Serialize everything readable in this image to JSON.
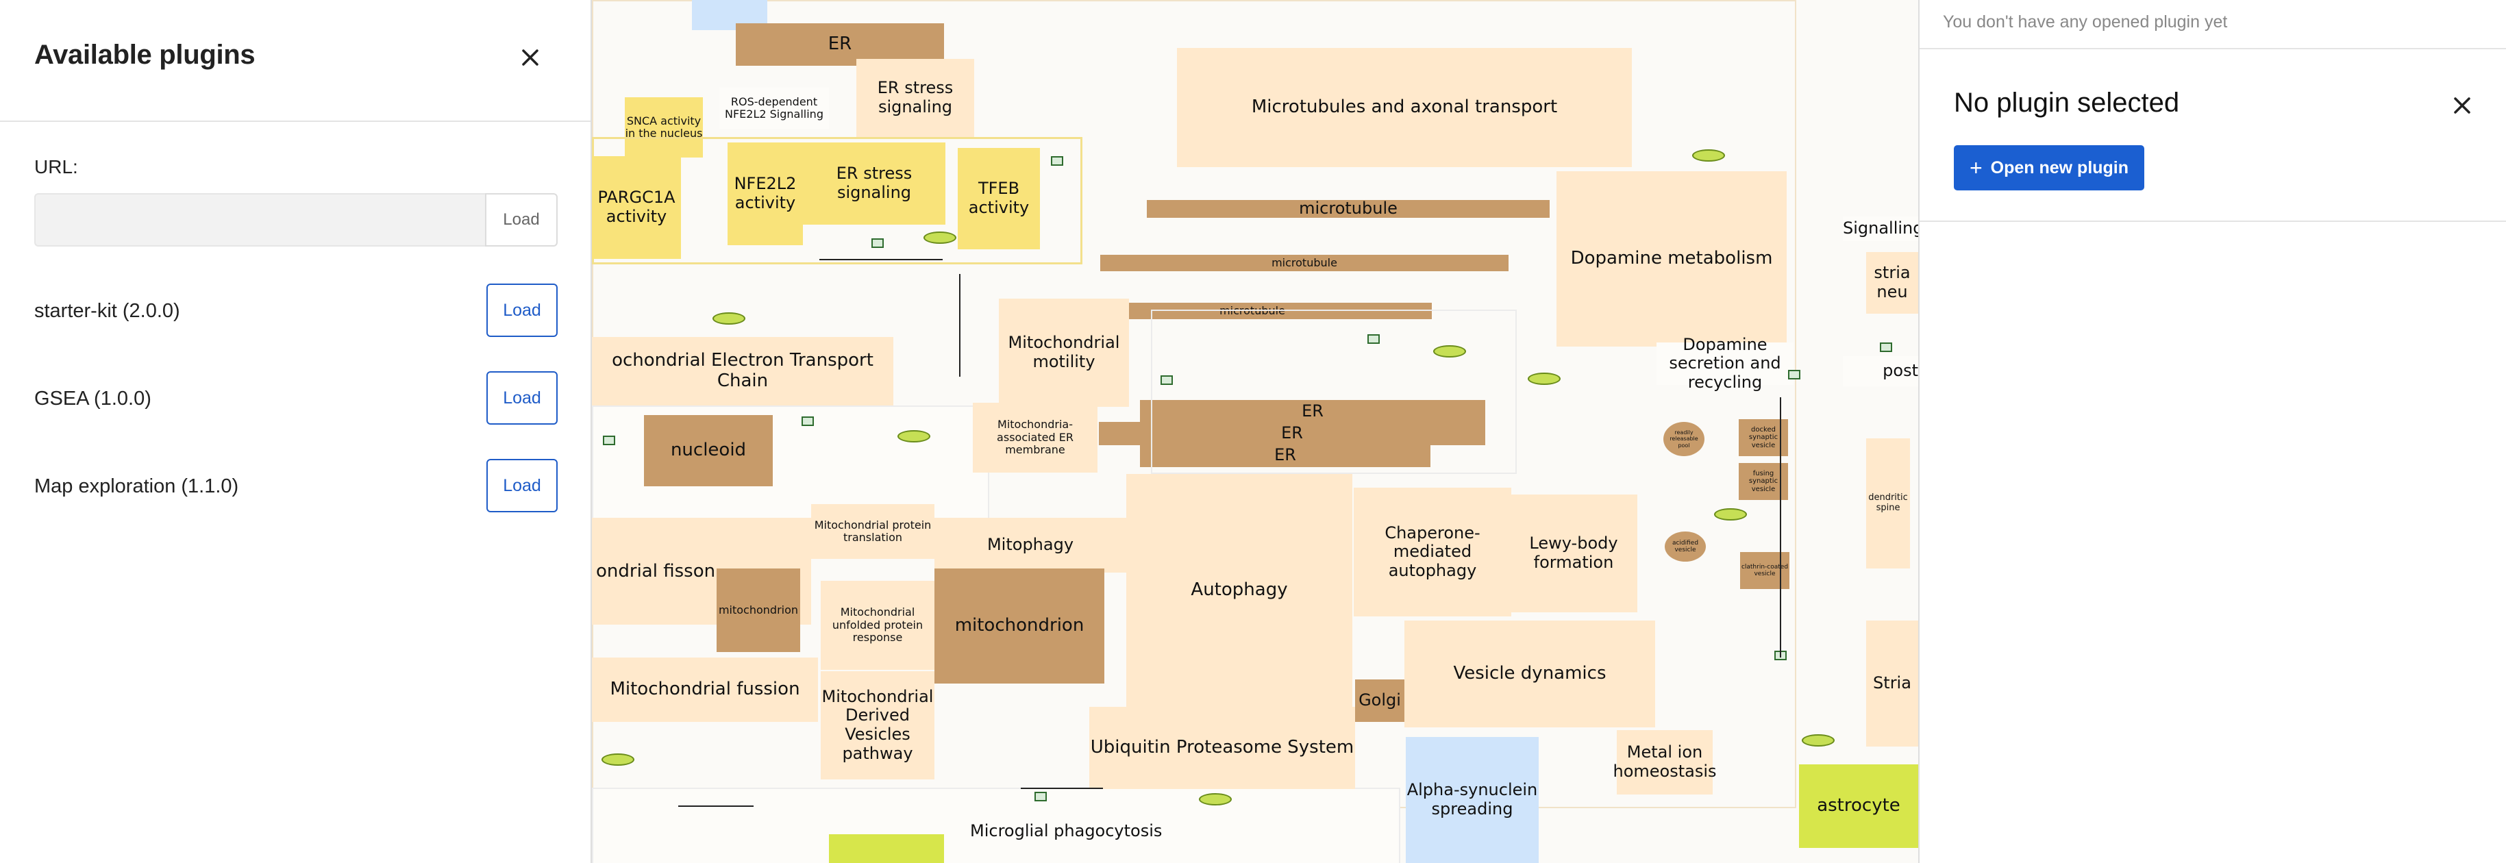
{
  "left_panel": {
    "title": "Available plugins",
    "url_label": "URL:",
    "url_value": "",
    "url_load_label": "Load",
    "plugins": [
      {
        "name": "starter-kit (2.0.0)",
        "load_label": "Load"
      },
      {
        "name": "GSEA (1.0.0)",
        "load_label": "Load"
      },
      {
        "name": "Map exploration (1.1.0)",
        "load_label": "Load"
      }
    ]
  },
  "right_panel": {
    "status_text": "You don't have any opened plugin yet",
    "title": "No plugin selected",
    "open_button_label": "Open new plugin"
  },
  "map": {
    "labels": {
      "er_top": "ER",
      "er_stress_1": "ER stress signaling",
      "snca": "SNCA activity in the nucleus",
      "ros": "ROS-dependent NFE2L2 Signalling",
      "microtubules": "Microtubules and axonal transport",
      "pargc1a": "PARGC1A activity",
      "nfe2l2": "NFE2L2 activity",
      "er_stress_2": "ER stress signaling",
      "tfeb": "TFEB activity",
      "microtubule_1": "microtubule",
      "microtubule_2": "microtubule",
      "microtubule_3": "microtubule",
      "dopamine_metabolism": "Dopamine metabolism",
      "signalling": "Signalling",
      "etc": "ochondrial Electron Transport Chain",
      "mito_motility": "Mitochondrial motility",
      "dopamine_secretion": "Dopamine secretion and recycling",
      "nucleoid": "nucleoid",
      "mam": "Mitochondria-associated ER membrane",
      "er_1": "ER",
      "er_2": "ER",
      "er_3": "ER",
      "mito_translation": "Mitochondrial protein translation",
      "mitophagy": "Mitophagy",
      "fission": "ondrial fisson",
      "mitochondrion_small": "mitochondrion",
      "upr": "Mitochondrial unfolded protein response",
      "mitochondrion": "mitochondrion",
      "autophagy": "Autophagy",
      "chaperone": "Chaperone-mediated autophagy",
      "lewy": "Lewy-body formation",
      "fussion": "Mitochondrial fussion",
      "mdv": "Mitochondrial Derived Vesicles pathway",
      "golgi": "Golgi",
      "vesicle_dynamics": "Vesicle dynamics",
      "ups": "Ubiquitin Proteasome System",
      "metal": "Metal ion homeostasis",
      "alpha_syn": "Alpha-synuclein spreading",
      "astrocyte": "astrocyte",
      "microglial": "Microglial phagocytosis",
      "striatal_neu": "stria neu",
      "post": "post",
      "dendritic": "dendritic spine",
      "stria_bottom": "Stria",
      "docked": "docked synaptic vesicle",
      "fusing": "fusing synaptic vesicle",
      "acidified": "acidified vesicle",
      "clathrin": "clathrin-coated vesicle",
      "readily": "readily releasable pool"
    }
  },
  "colors": {
    "accent": "#1b5fd1",
    "peach": "#ffe9cc",
    "brown": "#c79b6a",
    "yellow": "#f9e37a",
    "lime": "#d7e64b",
    "blue": "#cfe4fb"
  }
}
